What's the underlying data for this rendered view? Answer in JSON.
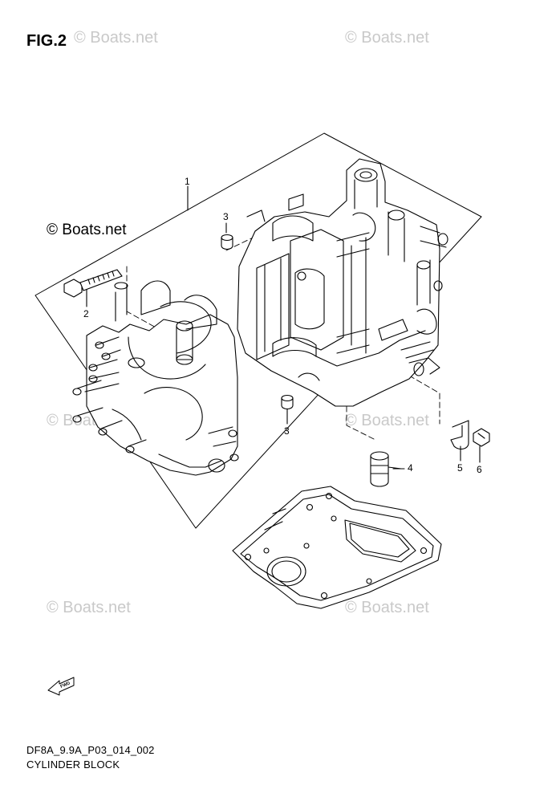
{
  "figure": {
    "title": "FIG.2"
  },
  "watermarks": {
    "top_left": "© Boats.net",
    "top_right": "© Boats.net",
    "inline": "© Boats.net",
    "mid_left": "© Boats.net",
    "mid_right": "© Boats.net",
    "low_left": "© Boats.net",
    "low_right": "© Boats.net"
  },
  "callouts": {
    "c1": "1",
    "c2": "2",
    "c3_top": "3",
    "c3_bottom": "3",
    "c4": "4",
    "c5": "5",
    "c6": "6"
  },
  "fwd_label": "FWD",
  "footer": {
    "code": "DF8A_9.9A_P03_014_002",
    "name": "CYLINDER BLOCK"
  }
}
